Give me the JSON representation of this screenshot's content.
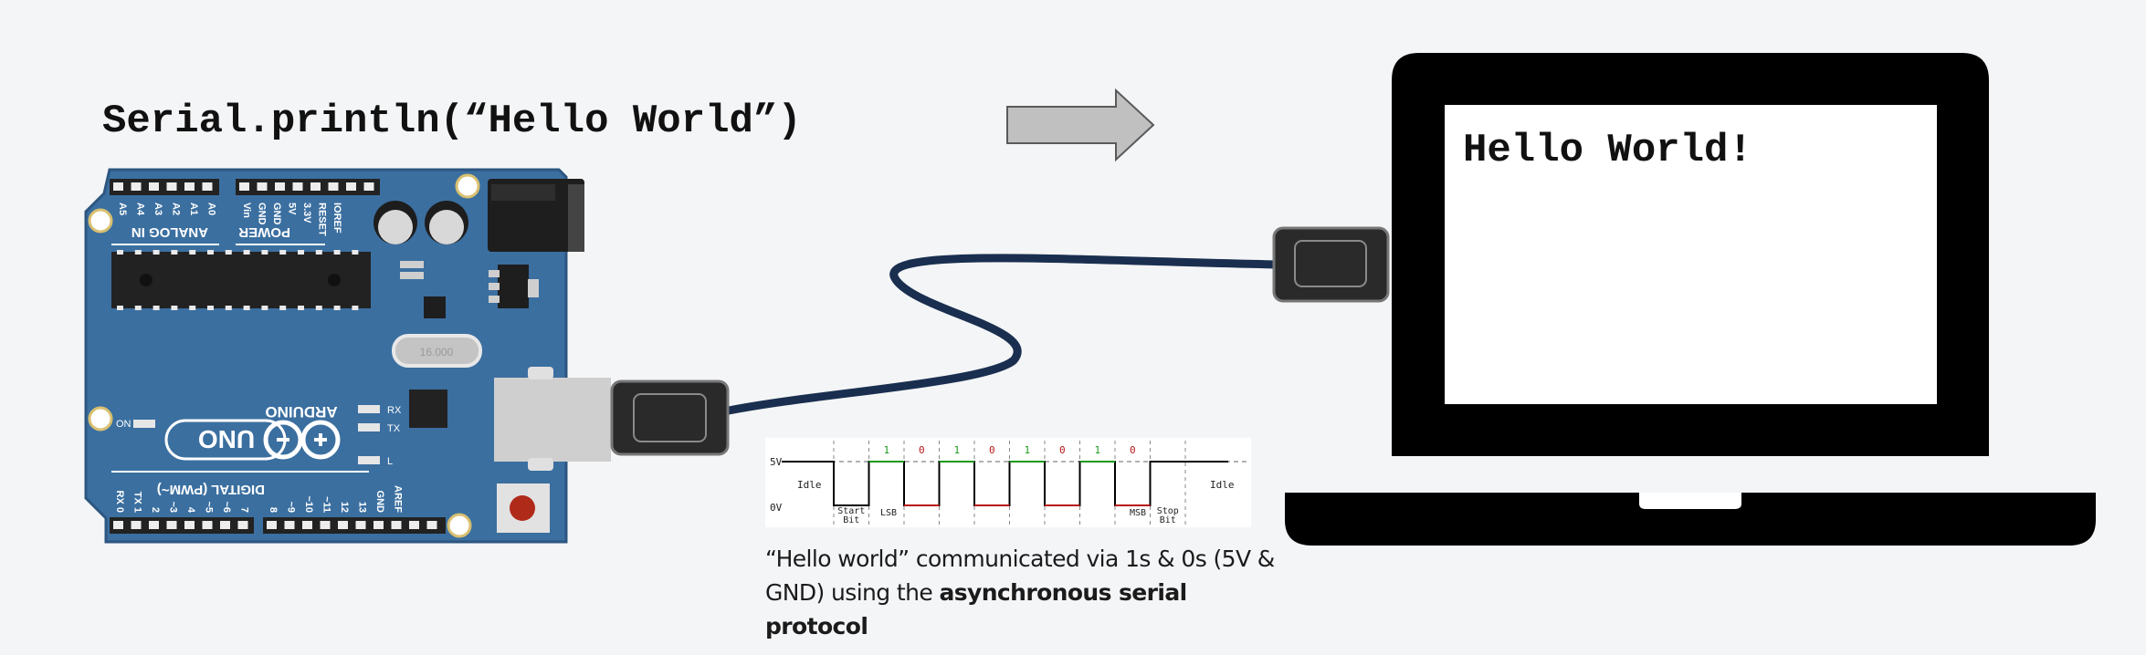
{
  "code_line": "Serial.println(“Hello World”)",
  "screen_output": "Hello World!",
  "caption": {
    "prefix": "“Hello world” communicated via 1s & 0s (5V & GND) using the ",
    "emphasis": "asynchronous serial protocol"
  },
  "board": {
    "brand": "ARDUINO",
    "model": "UNO",
    "analog_header_label": "ANALOG IN",
    "power_header_label": "POWER",
    "digital_header_label": "DIGITAL (PWM~)",
    "analog_pins": [
      "A5",
      "A4",
      "A3",
      "A2",
      "A1",
      "A0"
    ],
    "power_pins": [
      "Vin",
      "GND",
      "GND",
      "5V",
      "3.3V",
      "RESET",
      "IOREF"
    ],
    "digital_pins": [
      "RX 0",
      "TX 1",
      "2",
      "~3",
      "4",
      "~5",
      "~6",
      "7",
      "8",
      "~9",
      "~10",
      "~11",
      "12",
      "13",
      "GND",
      "AREF"
    ],
    "led_labels": [
      "RX",
      "TX",
      "L"
    ],
    "on_label": "ON",
    "crystal_label": "16.000"
  },
  "signal": {
    "high_label": "5V",
    "low_label": "0V",
    "idle_left": "Idle",
    "idle_right": "Idle",
    "bits": [
      "1",
      "0",
      "1",
      "0",
      "1",
      "0",
      "1",
      "0"
    ],
    "start_bit_label": "Start Bit",
    "lsb_label": "LSB",
    "msb_label": "MSB",
    "stop_bit_label": "Stop Bit"
  },
  "colors": {
    "background": "#f4f5f7",
    "board_blue": "#3b6fa0",
    "cable_navy": "#1a2f4f",
    "arrow_gray": "#c0c0c0",
    "bit_one": "#1a9a1a",
    "bit_zero": "#b81818"
  }
}
